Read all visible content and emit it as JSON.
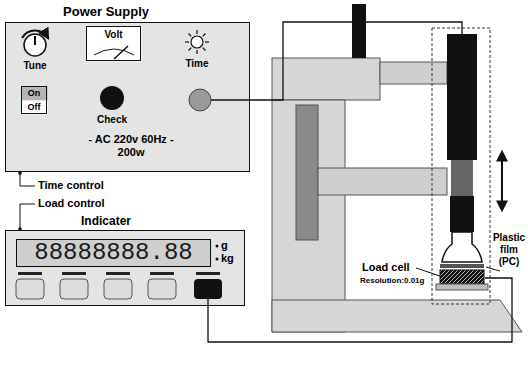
{
  "diagram": {
    "nodes": [
      {
        "text": [
          "Power Supply",
          "- AC 220v 60Hz - 200w"
        ]
      },
      {
        "text": [
          "Volt"
        ],
        "in": 0
      },
      {
        "text": [
          "On",
          "Off"
        ],
        "in": 0
      },
      {
        "text": [
          "Indicater"
        ]
      },
      {
        "text": [
          "88888888.88"
        ],
        "in": 3
      }
    ],
    "labels": [
      "Tune",
      "Time",
      "Check",
      "Time control",
      "Load control",
      "g",
      "kg",
      "Load cell",
      "Resolution:0.01g",
      "Plastic film (PC)"
    ]
  }
}
